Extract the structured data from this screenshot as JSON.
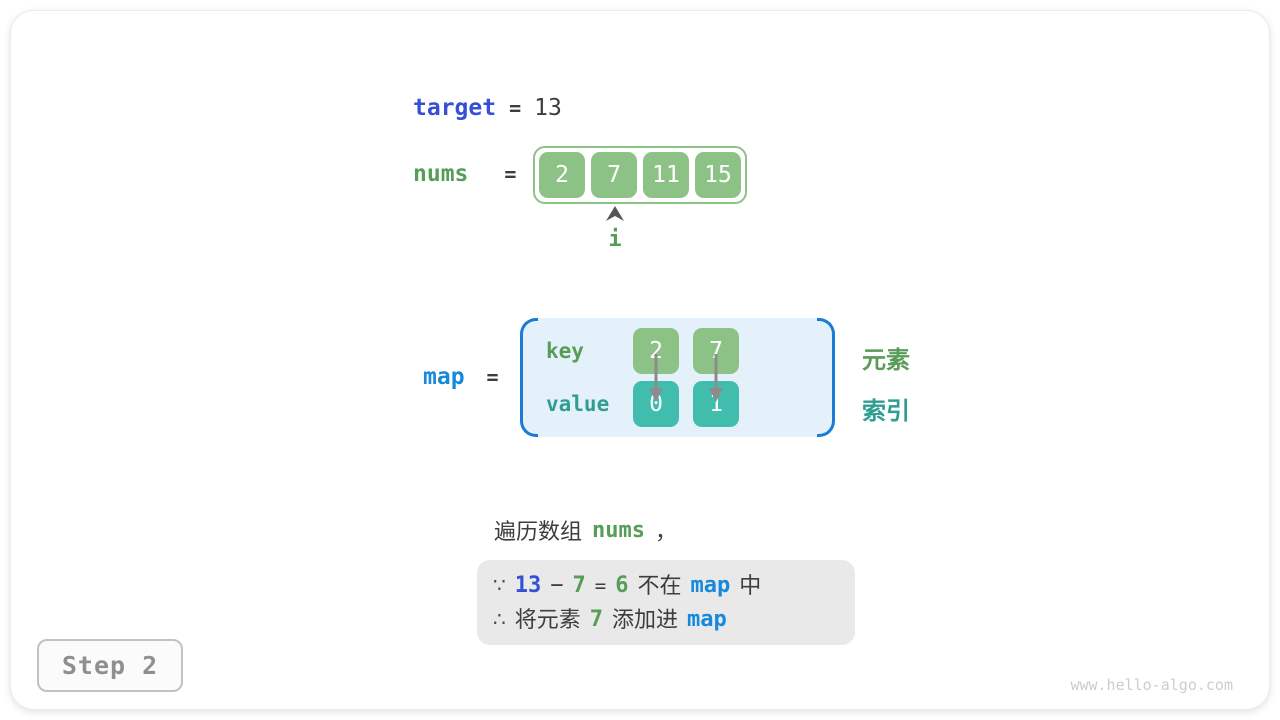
{
  "colors": {
    "royal_blue": "#3450d5",
    "code_blue": "#1789dc",
    "green_text": "#579c57",
    "green_fill": "#8cc285",
    "teal_text": "#2f9e92",
    "teal_fill": "#41bdae",
    "map_bg": "#e4f0fa",
    "bracket_blue": "#1a7cd4",
    "dark_text": "#3d3d3d",
    "note_bg": "#e9e9e9",
    "arrow_gray": "#8c8c8c",
    "step_gray": "#8f8f8f",
    "watermark_gray": "#cccccc"
  },
  "target_row": {
    "label": "target",
    "equals": "=",
    "value": "13"
  },
  "nums_row": {
    "label": "nums",
    "equals": "=",
    "cells": [
      "2",
      "7",
      "11",
      "15"
    ],
    "pointer": {
      "label": "i",
      "index_text": "1"
    }
  },
  "map_row": {
    "label": "map",
    "equals": "=",
    "key_label": "key",
    "value_label": "value",
    "keys": [
      "2",
      "7"
    ],
    "values": [
      "0",
      "1"
    ],
    "legend": {
      "element": "元素",
      "index": "索引"
    }
  },
  "caption": {
    "text": "遍历数组",
    "code": "nums",
    "comma": "，"
  },
  "note": {
    "line1": {
      "sym": "∵",
      "n13": "13",
      "minus": "−",
      "n7": "7",
      "eq": "=",
      "n6": "6",
      "t1": "不在",
      "code": "map",
      "t2": "中"
    },
    "line2": {
      "sym": "∴",
      "t1": "将元素",
      "n7": "7",
      "t2": "添加进",
      "code": "map"
    }
  },
  "footer": {
    "step": "Step 2",
    "watermark": "www.hello-algo.com"
  }
}
